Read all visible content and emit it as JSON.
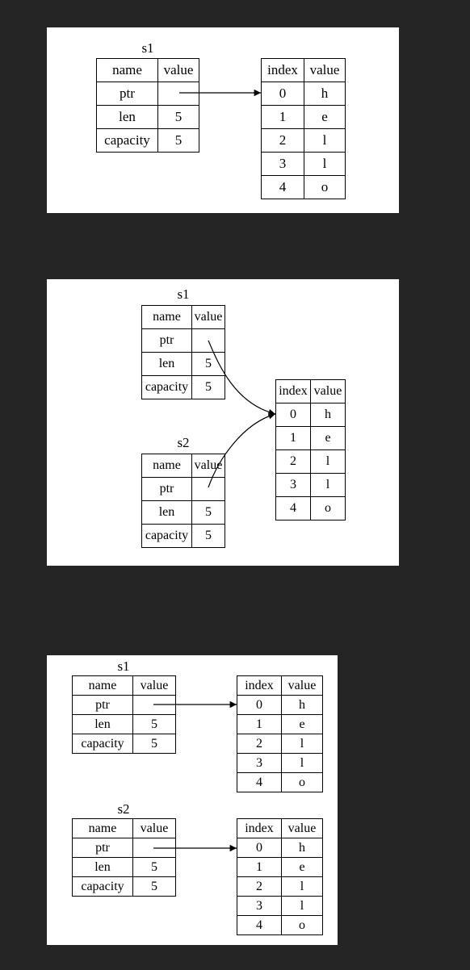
{
  "diagrams": [
    {
      "stacks": [
        {
          "name": "s1",
          "headers": [
            "name",
            "value"
          ],
          "rows": [
            [
              "ptr",
              ""
            ],
            [
              "len",
              "5"
            ],
            [
              "capacity",
              "5"
            ]
          ]
        }
      ],
      "heaps": [
        {
          "headers": [
            "index",
            "value"
          ],
          "rows": [
            [
              "0",
              "h"
            ],
            [
              "1",
              "e"
            ],
            [
              "2",
              "l"
            ],
            [
              "3",
              "l"
            ],
            [
              "4",
              "o"
            ]
          ]
        }
      ]
    },
    {
      "stacks": [
        {
          "name": "s1",
          "headers": [
            "name",
            "value"
          ],
          "rows": [
            [
              "ptr",
              ""
            ],
            [
              "len",
              "5"
            ],
            [
              "capacity",
              "5"
            ]
          ]
        },
        {
          "name": "s2",
          "headers": [
            "name",
            "value"
          ],
          "rows": [
            [
              "ptr",
              ""
            ],
            [
              "len",
              "5"
            ],
            [
              "capacity",
              "5"
            ]
          ]
        }
      ],
      "heaps": [
        {
          "headers": [
            "index",
            "value"
          ],
          "rows": [
            [
              "0",
              "h"
            ],
            [
              "1",
              "e"
            ],
            [
              "2",
              "l"
            ],
            [
              "3",
              "l"
            ],
            [
              "4",
              "o"
            ]
          ]
        }
      ]
    },
    {
      "stacks": [
        {
          "name": "s1",
          "headers": [
            "name",
            "value"
          ],
          "rows": [
            [
              "ptr",
              ""
            ],
            [
              "len",
              "5"
            ],
            [
              "capacity",
              "5"
            ]
          ]
        },
        {
          "name": "s2",
          "headers": [
            "name",
            "value"
          ],
          "rows": [
            [
              "ptr",
              ""
            ],
            [
              "len",
              "5"
            ],
            [
              "capacity",
              "5"
            ]
          ]
        }
      ],
      "heaps": [
        {
          "headers": [
            "index",
            "value"
          ],
          "rows": [
            [
              "0",
              "h"
            ],
            [
              "1",
              "e"
            ],
            [
              "2",
              "l"
            ],
            [
              "3",
              "l"
            ],
            [
              "4",
              "o"
            ]
          ]
        },
        {
          "headers": [
            "index",
            "value"
          ],
          "rows": [
            [
              "0",
              "h"
            ],
            [
              "1",
              "e"
            ],
            [
              "2",
              "l"
            ],
            [
              "3",
              "l"
            ],
            [
              "4",
              "o"
            ]
          ]
        }
      ]
    }
  ]
}
